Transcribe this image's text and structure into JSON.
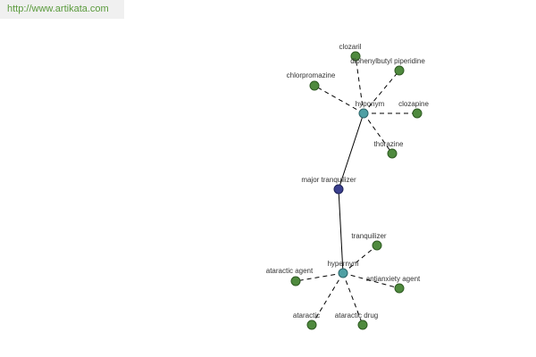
{
  "header": {
    "source_url": "http://www.artikata.com"
  },
  "colors": {
    "leaf_node": "#4f8a3e",
    "relation_node": "#4fa0a4",
    "center_node": "#3a3f8e",
    "link_text": "#5a9a3c"
  },
  "graph": {
    "center": {
      "label": "major tranquilizer"
    },
    "relations": [
      {
        "label": "hyponym"
      },
      {
        "label": "hypernym"
      }
    ],
    "leaves": [
      {
        "label": "clozaril"
      },
      {
        "label": "diphenylbutyl piperidine"
      },
      {
        "label": "chlorpromazine"
      },
      {
        "label": "clozapine"
      },
      {
        "label": "thorazine"
      },
      {
        "label": "tranquilizer"
      },
      {
        "label": "ataractic agent"
      },
      {
        "label": "antianxiety agent"
      },
      {
        "label": "ataractic"
      },
      {
        "label": "ataractic drug"
      }
    ]
  }
}
